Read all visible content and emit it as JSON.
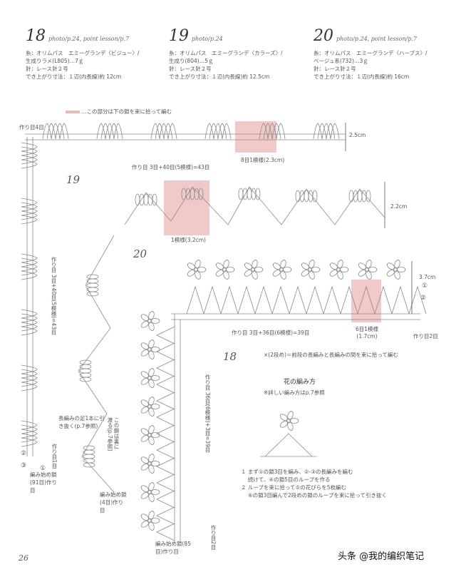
{
  "patterns": [
    {
      "num": "18",
      "ref": "photo/p.24, point lesson/p.7",
      "lines": [
        "糸：オリムパス　エミーグランデ〈ビジュー〉/",
        "生成りラメ(L805)…7ｇ",
        "針：レース針２号",
        "でき上がり寸法：１辺(内長線)約 12cm"
      ]
    },
    {
      "num": "19",
      "ref": "photo/p.24",
      "lines": [
        "糸：オリムパス　エミーグランデ〈カラーズ〉/",
        "生成り(804)…5ｇ",
        "針：レース針２号",
        "でき上がり寸法：１辺(内長線)約 12.5cm"
      ]
    },
    {
      "num": "20",
      "ref": "photo/p.24, point lesson/p.7",
      "lines": [
        "糸：オリムパス　エミーグランデ〈ハーブス〉/",
        "ベージュ系(732)…3ｇ",
        "針：レース針２号",
        "でき上がり寸法：１辺(内長線)約 16cm"
      ]
    }
  ],
  "legend_note": "…この部分は下の鎖を束に拾って編む",
  "p18": {
    "title": "18",
    "start_row4": "作り目4目",
    "width": "2.5cm",
    "repeat": "8目1模様(2.3cm)",
    "top_count": "作り目 3目+40目(5模様)=43目",
    "left_count": "作り目 3目+40目(5模様)=43目",
    "chain_start": "編み始め鎖(91目)作り目",
    "right_row1": "作り目1目"
  },
  "p19": {
    "title": "19",
    "height": "2.2cm",
    "repeat": "1模様(3.2cm)",
    "long_stitch_note": "長編みの足1本に引き抜く(p.7参照)",
    "chain_wrap_note": "この鎖は裏に渡る(p.7参照)",
    "chain_start": "編み始め鎖(4目)作り目"
  },
  "p20": {
    "title": "20",
    "height": "3.7cm",
    "top_count": "作り目 3目+36目(6模様)=39目",
    "repeat": "6目1模様(1.7cm)",
    "right_row2": "作り目2目",
    "left_count": "作り目 36目(6模様)+3目=39目",
    "left_row2": "作り目2目",
    "chain_start": "編み始め鎖(85目)作り目",
    "x_note": "×(2段め)＝前段の長編みと長編みの間を束に拾って編む",
    "flower_title": "花の編み方",
    "flower_ref": "※詳しい編み方はp.7参照",
    "steps": [
      "１ まず①の鎖3目を編み、②-③の長編みを編む",
      "　 続けて、④の鎖5目のループを作る",
      "２ ループを束に拾って⑤の花びらを5枚編む",
      "　 ⑥の鎖3目編んで2段めの鎖のループを束に拾って引き抜く"
    ]
  },
  "markers": {
    "m1": "①",
    "m2": "②",
    "m3": "③"
  },
  "page_number": "26",
  "watermark": "头条 @我的编织笔记"
}
